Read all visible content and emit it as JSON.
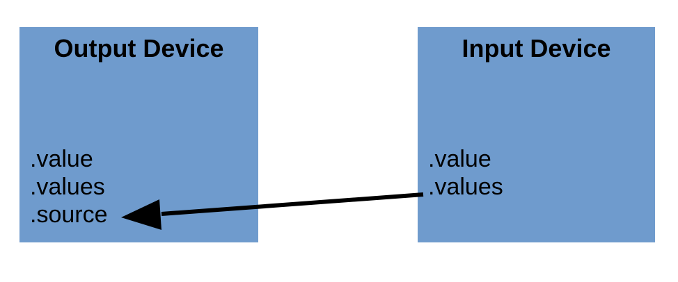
{
  "colors": {
    "box_fill": "#6f9bcd",
    "text": "#000000",
    "arrow": "#000000",
    "background": "#ffffff"
  },
  "boxes": [
    {
      "id": "output-device",
      "title": "Output Device",
      "fields": [
        ".value",
        ".values",
        ".source"
      ]
    },
    {
      "id": "input-device",
      "title": "Input Device",
      "fields": [
        ".value",
        ".values"
      ]
    }
  ],
  "arrow": {
    "from_box": "input-device",
    "from_field": ".values",
    "to_box": "output-device",
    "to_field": ".source",
    "direction": "right-to-left"
  }
}
